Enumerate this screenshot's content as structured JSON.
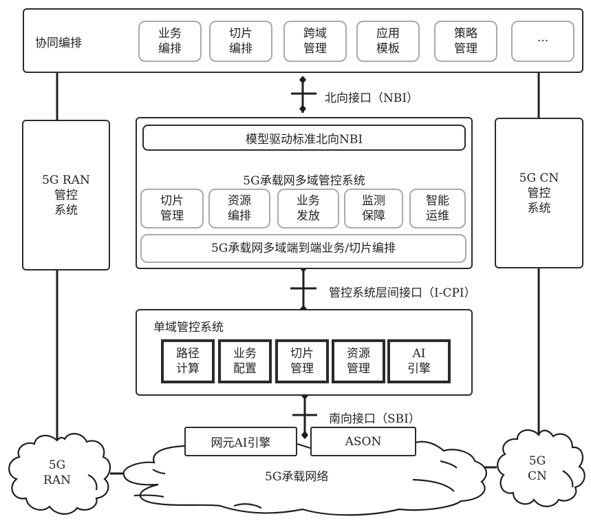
{
  "orchestration": {
    "title": "协同编排",
    "items": [
      "业务\n编排",
      "切片\n编排",
      "跨域\n管理",
      "应用\n模板",
      "策略\n管理",
      "···"
    ]
  },
  "interfaces": {
    "nbi": "北向接口（NBI）",
    "icpi": "管控系统层间接口（I-CPI）",
    "sbi": "南向接口（SBI）"
  },
  "ran_controller": {
    "label": "5G RAN\n管控\n系统"
  },
  "cn_controller": {
    "label": "5G CN\n管控\n系统"
  },
  "multi_domain": {
    "nbi_bar": "模型驱动标准北向NBI",
    "title": "5G承载网多域管控系统",
    "modules": [
      "切片\n管理",
      "资源\n编排",
      "业务\n发放",
      "监测\n保障",
      "智能\n运维"
    ],
    "e2e_bar": "5G承载网多域端到端业务/切片编排"
  },
  "single_domain": {
    "title": "单域管控系统",
    "modules": [
      "路径\n计算",
      "业务\n配置",
      "切片\n管理",
      "资源\n管理",
      "AI\n引擎"
    ]
  },
  "network": {
    "ne_ai": "网元AI引擎",
    "ason": "ASON",
    "bearer": "5G承载网络",
    "ran_cloud": "5G\nRAN",
    "cn_cloud": "5G\nCN"
  }
}
